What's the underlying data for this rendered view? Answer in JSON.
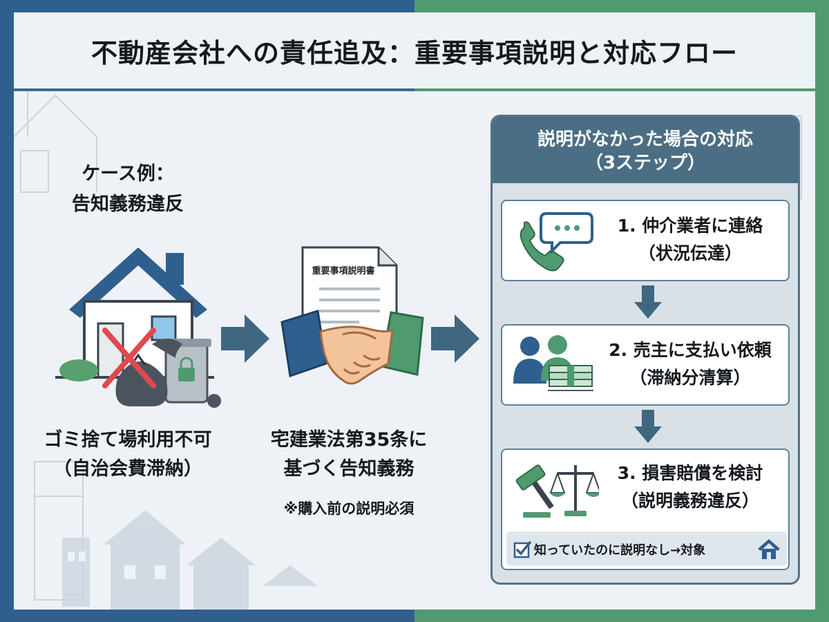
{
  "title": "不動産会社への責任追及：重要事項説明と対応フロー",
  "case": {
    "label_line1": "ケース例：",
    "label_line2": "告知義務違反",
    "desc_line1": "ゴミ捨て場利用不可",
    "desc_line2": "（自治会費滞納）"
  },
  "law": {
    "doc_title": "重要事項説明書",
    "desc_line1": "宅建業法第35条に",
    "desc_line2": "基づく告知義務",
    "note": "※購入前の説明必須"
  },
  "flow": {
    "title_line1": "説明がなかった場合の対応",
    "title_line2": "（3ステップ）",
    "steps": [
      {
        "title": "1. 仲介業者に連絡",
        "sub": "（状況伝達）",
        "icon": "phone-chat-icon"
      },
      {
        "title": "2. 売主に支払い依頼",
        "sub": "（滞納分清算）",
        "icon": "people-money-icon"
      },
      {
        "title": "3. 損害賠償を検討",
        "sub": "（説明義務違反）",
        "icon": "gavel-scale-icon"
      }
    ],
    "note": "知っていたのに説明なし→対象"
  },
  "colors": {
    "navy": "#2f5f8f",
    "green": "#4f9a6f",
    "slate": "#4b6e84",
    "red_cross": "#e0484f"
  }
}
